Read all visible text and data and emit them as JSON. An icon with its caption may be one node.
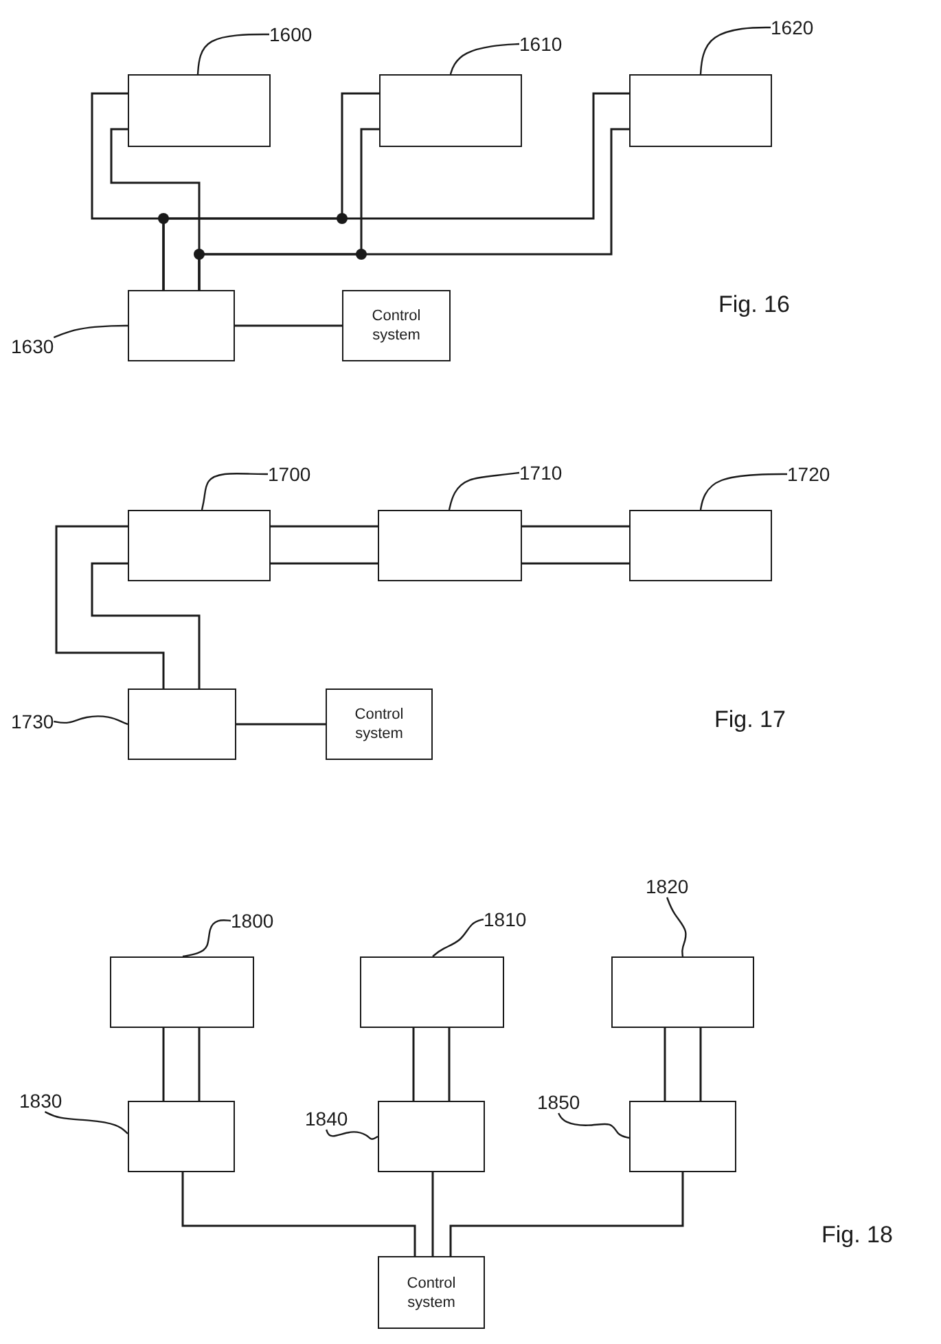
{
  "diagram": {
    "nodes": [
      {
        "text": [
          "1600"
        ]
      },
      {
        "text": [],
        "shape": "box"
      },
      {
        "text": [
          "1610"
        ]
      },
      {
        "text": [],
        "shape": "box"
      },
      {
        "text": [
          "1620"
        ]
      },
      {
        "text": [],
        "shape": "box"
      },
      {
        "text": [
          "1630"
        ]
      },
      {
        "text": [],
        "shape": "box"
      },
      {
        "text": [
          "Control system"
        ]
      },
      {
        "text": [
          "1700"
        ]
      },
      {
        "text": [],
        "shape": "box"
      },
      {
        "text": [
          "1710"
        ]
      },
      {
        "text": [],
        "shape": "box"
      },
      {
        "text": [
          "1720"
        ]
      },
      {
        "text": [],
        "shape": "box"
      },
      {
        "text": [
          "1730"
        ]
      },
      {
        "text": [],
        "shape": "box"
      },
      {
        "text": [
          "Control system"
        ]
      },
      {
        "text": [
          "1800"
        ]
      },
      {
        "text": [],
        "shape": "box"
      },
      {
        "text": [
          "1810"
        ]
      },
      {
        "text": [],
        "shape": "box"
      },
      {
        "text": [
          "1820"
        ]
      },
      {
        "text": [],
        "shape": "box"
      },
      {
        "text": [
          "1830"
        ]
      },
      {
        "text": [],
        "shape": "box"
      },
      {
        "text": [
          "1840"
        ]
      },
      {
        "text": [],
        "shape": "box"
      },
      {
        "text": [
          "1850"
        ]
      },
      {
        "text": [],
        "shape": "box"
      },
      {
        "text": [
          "Control system"
        ]
      }
    ],
    "edges": [
      {
        "from": 0,
        "to": 1,
        "arrow": "none"
      },
      {
        "from": 2,
        "to": 3,
        "arrow": "none"
      },
      {
        "from": 4,
        "to": 5,
        "arrow": "none"
      },
      {
        "from": 6,
        "to": 7,
        "arrow": "none"
      },
      {
        "from": 1,
        "to": 7,
        "arrow": "none"
      },
      {
        "from": 3,
        "to": 7,
        "arrow": "none"
      },
      {
        "from": 5,
        "to": 7,
        "arrow": "none"
      },
      {
        "from": 1,
        "to": 7,
        "arrow": "none"
      },
      {
        "from": 3,
        "to": 7,
        "arrow": "none"
      },
      {
        "from": 5,
        "to": 7,
        "arrow": "none"
      },
      {
        "from": 7,
        "to": 8,
        "arrow": "none"
      },
      {
        "from": 9,
        "to": 10,
        "arrow": "none"
      },
      {
        "from": 11,
        "to": 12,
        "arrow": "none"
      },
      {
        "from": 13,
        "to": 14,
        "arrow": "none"
      },
      {
        "from": 15,
        "to": 16,
        "arrow": "none"
      },
      {
        "from": 10,
        "to": 12,
        "arrow": "none"
      },
      {
        "from": 10,
        "to": 12,
        "arrow": "none"
      },
      {
        "from": 12,
        "to": 14,
        "arrow": "none"
      },
      {
        "from": 12,
        "to": 14,
        "arrow": "none"
      },
      {
        "from": 10,
        "to": 16,
        "arrow": "none"
      },
      {
        "from": 10,
        "to": 16,
        "arrow": "none"
      },
      {
        "from": 16,
        "to": 17,
        "arrow": "none"
      },
      {
        "from": 18,
        "to": 19,
        "arrow": "none"
      },
      {
        "from": 20,
        "to": 21,
        "arrow": "none"
      },
      {
        "from": 22,
        "to": 23,
        "arrow": "none"
      },
      {
        "from": 24,
        "to": 25,
        "arrow": "none"
      },
      {
        "from": 26,
        "to": 27,
        "arrow": "none"
      },
      {
        "from": 28,
        "to": 29,
        "arrow": "none"
      },
      {
        "from": 19,
        "to": 25,
        "arrow": "none"
      },
      {
        "from": 19,
        "to": 25,
        "arrow": "none"
      },
      {
        "from": 21,
        "to": 27,
        "arrow": "none"
      },
      {
        "from": 21,
        "to": 27,
        "arrow": "none"
      },
      {
        "from": 23,
        "to": 29,
        "arrow": "none"
      },
      {
        "from": 23,
        "to": 29,
        "arrow": "none"
      },
      {
        "from": 25,
        "to": 30,
        "arrow": "none"
      },
      {
        "from": 27,
        "to": 30,
        "arrow": "none"
      },
      {
        "from": 29,
        "to": 30,
        "arrow": "none"
      }
    ],
    "labels": [
      "Fig. 16",
      "Fig. 17",
      "Fig. 18"
    ]
  }
}
